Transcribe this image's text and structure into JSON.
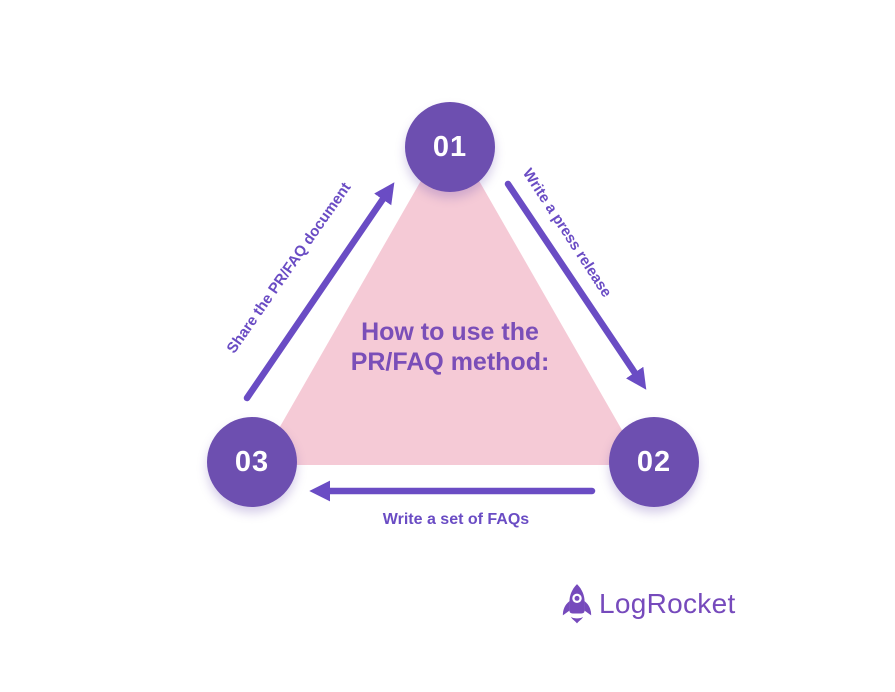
{
  "title": {
    "line1": "How to use the",
    "line2": "PR/FAQ method:"
  },
  "steps": [
    {
      "number": "01"
    },
    {
      "number": "02"
    },
    {
      "number": "03"
    }
  ],
  "edges": [
    {
      "id": "share",
      "from": "03",
      "to": "01",
      "label": "Share the PR/FAQ document"
    },
    {
      "id": "press",
      "from": "01",
      "to": "02",
      "label": "Write a press release"
    },
    {
      "id": "faqs",
      "from": "02",
      "to": "03",
      "label": "Write a set of FAQs"
    }
  ],
  "logo": {
    "text": "LogRocket",
    "icon": "rocket-icon"
  },
  "colors": {
    "background": "#ffffff",
    "triangle_fill": "#f5cad6",
    "node_fill": "#6d4fb0",
    "node_text": "#ffffff",
    "arrow": "#6a4cc4",
    "edge_label": "#6a4cc4",
    "title_text": "#7a4eb8",
    "logo_purple": "#764abc"
  }
}
